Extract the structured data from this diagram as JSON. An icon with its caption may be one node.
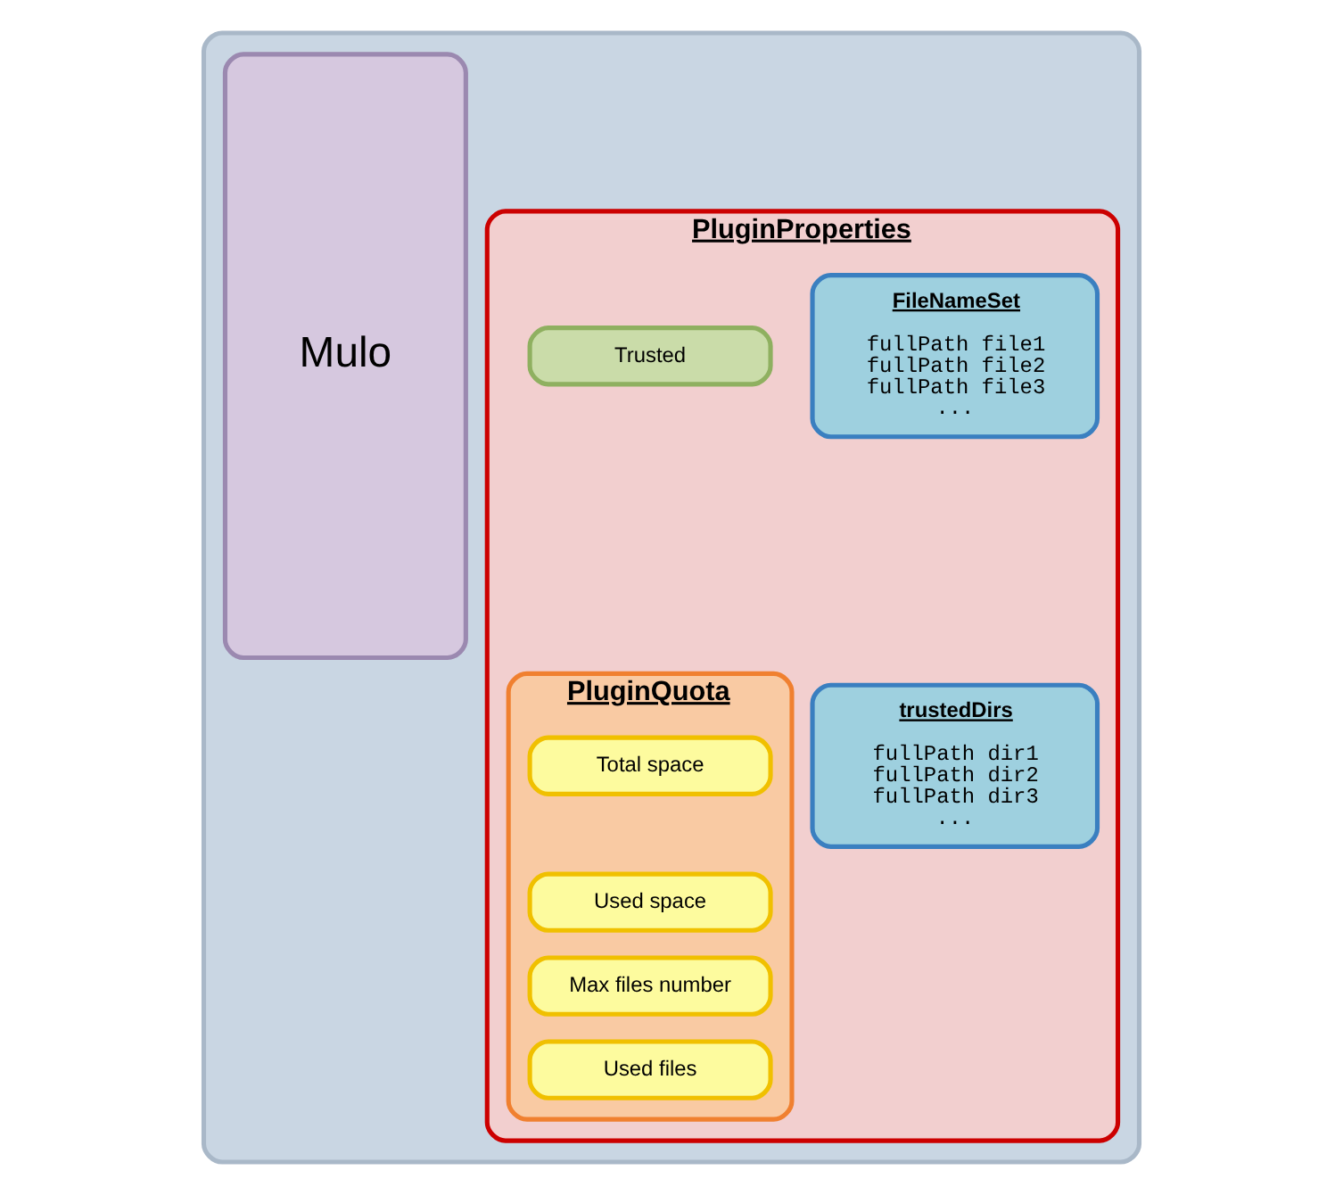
{
  "diagram": {
    "nodes": [
      {
        "text": [],
        "shape": "box"
      },
      {
        "text": [
          "Mulo"
        ],
        "in": 0
      },
      {
        "text": [
          "PluginProperties"
        ],
        "in": 0
      },
      {
        "text": [
          "FileNameSet",
          "fullPath file1",
          "fullPath file2",
          "fullPath file3",
          "..."
        ],
        "in": 2
      },
      {
        "text": [
          "trustedDirs",
          "fullPath dir1",
          "fullPath dir2",
          "fullPath dir3",
          "..."
        ],
        "in": 2
      },
      {
        "text": [
          "Trusted"
        ],
        "in": 2
      },
      {
        "text": [
          "PluginQuota"
        ],
        "in": 2
      },
      {
        "text": [
          "Total space"
        ],
        "in": 6
      },
      {
        "text": [
          "Used space"
        ],
        "in": 6
      },
      {
        "text": [
          "Max files number"
        ],
        "in": 6
      },
      {
        "text": [
          "Used files"
        ],
        "in": 6
      }
    ],
    "edges": []
  }
}
